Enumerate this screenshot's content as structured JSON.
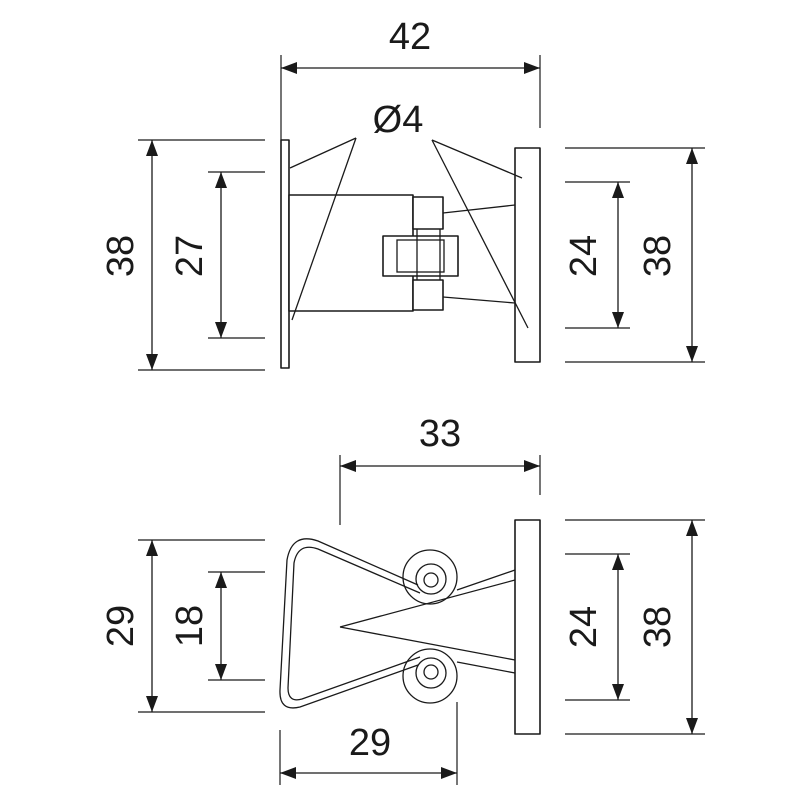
{
  "dimensions": {
    "top_width": "42",
    "hole_diameter": "Ø4",
    "top_left_outer_height": "38",
    "top_left_inner_height": "27",
    "top_right_inner_height": "24",
    "top_right_outer_height": "38",
    "bottom_width": "33",
    "bottom_left_outer_height": "29",
    "bottom_left_inner_height": "18",
    "bottom_base_width": "29",
    "bottom_right_inner_height": "24",
    "bottom_right_outer_height": "38"
  },
  "colors": {
    "line": "#1a1a1a",
    "background": "#ffffff"
  }
}
